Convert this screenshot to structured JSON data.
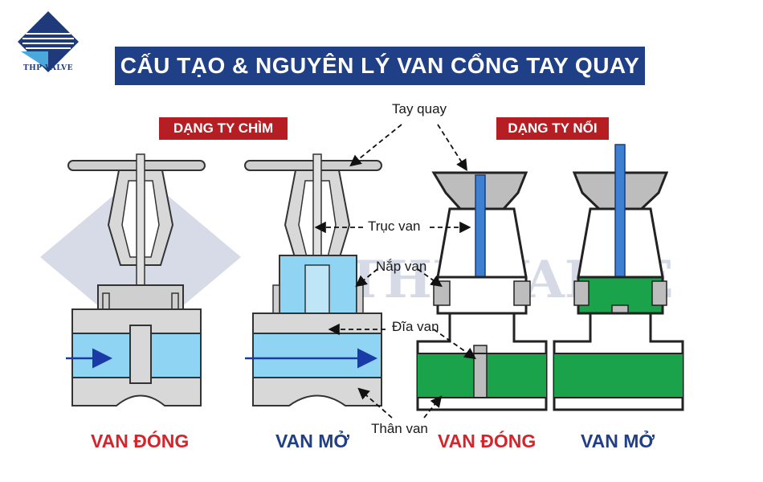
{
  "logo": {
    "brand": "THP VALVE",
    "icon": "thp-valve-logo-icon"
  },
  "title": "CẤU TẠO & NGUYÊN LÝ VAN CỔNG TAY QUAY",
  "tags": {
    "left": "DẠNG TY CHÌM",
    "right": "DẠNG TY NỔI"
  },
  "callouts": {
    "handwheel": "Tay quay",
    "stem": "Trục van",
    "bonnet": "Nắp van",
    "disc": "Đĩa van",
    "body": "Thân van"
  },
  "states": [
    "VAN ĐÓNG",
    "VAN MỞ",
    "VAN ĐÓNG",
    "VAN MỞ"
  ],
  "watermark": "THP VALVE",
  "colors": {
    "banner": "#1f3f86",
    "tag": "#b51f24",
    "state_red": "#d4252b",
    "state_blue": "#1f3f86",
    "water": "#8fd4f3",
    "green_fluid": "#1aa34a",
    "stem_blue": "#3d7fd1",
    "metal": "#cfcfcf",
    "dark_metal": "#2a2a2a"
  }
}
